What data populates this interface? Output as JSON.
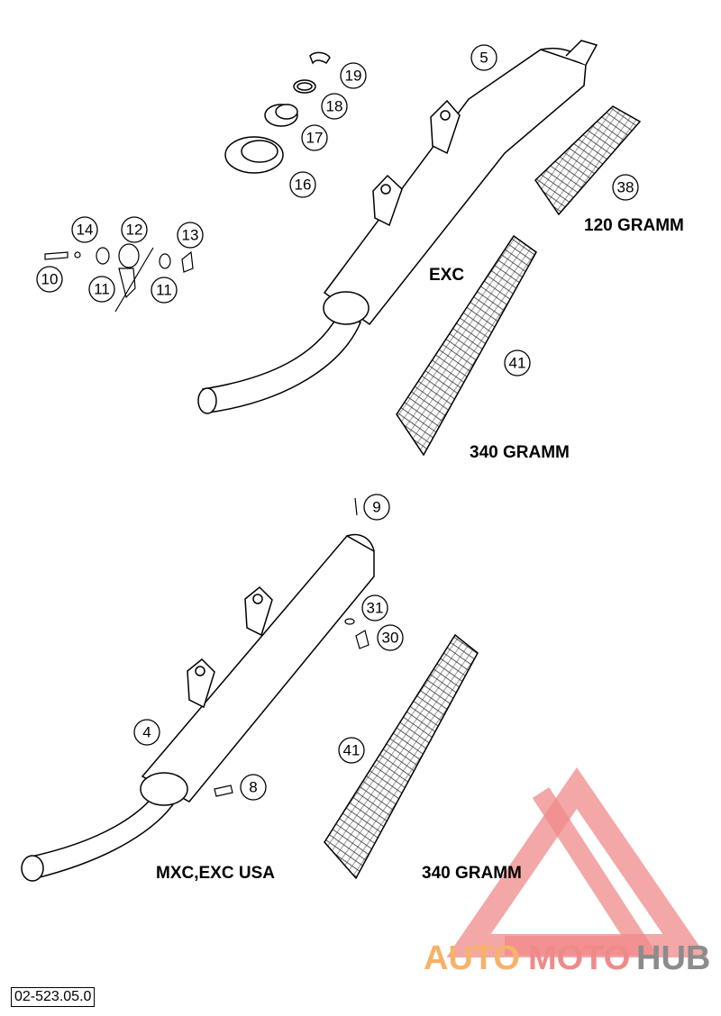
{
  "diagram_code": "02-523.05.0",
  "labels": {
    "exc": "EXC",
    "mxc_exc_usa": "MXC,EXC USA",
    "weight_120": "120 GRAMM",
    "weight_340_top": "340 GRAMM",
    "weight_340_bottom": "340 GRAMM"
  },
  "callouts": {
    "c19": "19",
    "c18": "18",
    "c17": "17",
    "c16": "16",
    "c5": "5",
    "c38": "38",
    "c14": "14",
    "c12": "12",
    "c13": "13",
    "c10": "10",
    "c11a": "11",
    "c11b": "11",
    "c41top": "41",
    "c9": "9",
    "c31": "31",
    "c30": "30",
    "c4": "4",
    "c8": "8",
    "c41bottom": "41"
  },
  "watermark": {
    "part1": "AUTO",
    "part2": "MOTO",
    "part3": "HUB",
    "color_orange": "#f7b267",
    "color_pink": "#f08a8a",
    "color_gray": "#8c8c8c"
  }
}
